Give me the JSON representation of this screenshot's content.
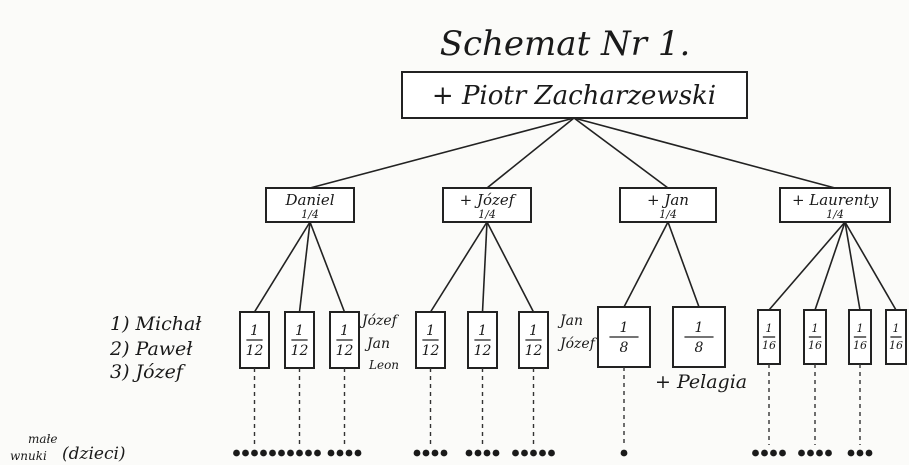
{
  "title": "Schemat Nr 1.",
  "root": {
    "label": "+ Piotr Zacharzewski"
  },
  "level1": [
    {
      "label": "Daniel",
      "share": "1/4"
    },
    {
      "label": "+ Józef",
      "share": "1/4"
    },
    {
      "label": "+ Jan",
      "share": "1/4"
    },
    {
      "label": "+ Laurenty",
      "share": "1/4"
    }
  ],
  "level2": [
    {
      "share": "1/12",
      "parent": 0
    },
    {
      "share": "1/12",
      "parent": 0
    },
    {
      "share": "1/12",
      "parent": 0
    },
    {
      "share": "1/12",
      "parent": 1
    },
    {
      "share": "1/12",
      "parent": 1
    },
    {
      "share": "1/12",
      "parent": 1
    },
    {
      "share": "1/8",
      "parent": 2
    },
    {
      "share": "1/8",
      "parent": 2
    },
    {
      "share": "1/16",
      "parent": 3
    },
    {
      "share": "1/16",
      "parent": 3
    },
    {
      "share": "1/16",
      "parent": 3
    },
    {
      "share": "1/16",
      "parent": 3
    }
  ],
  "left_list": [
    "1) Michał",
    "2) Paweł",
    "3) Józef"
  ],
  "notes": [
    {
      "text": "Józef"
    },
    {
      "text": "Jan"
    },
    {
      "text": "Leon"
    },
    {
      "text": "Jan"
    },
    {
      "text": "Józef"
    },
    {
      "text": "+ Pelagia"
    }
  ],
  "bottom_label": {
    "line1": "małe",
    "line2": "wnuki",
    "bracket": "(dzieci)"
  },
  "dots_per_group": [
    5,
    5,
    4,
    4,
    4,
    5,
    1,
    0,
    4,
    4,
    3,
    0
  ]
}
